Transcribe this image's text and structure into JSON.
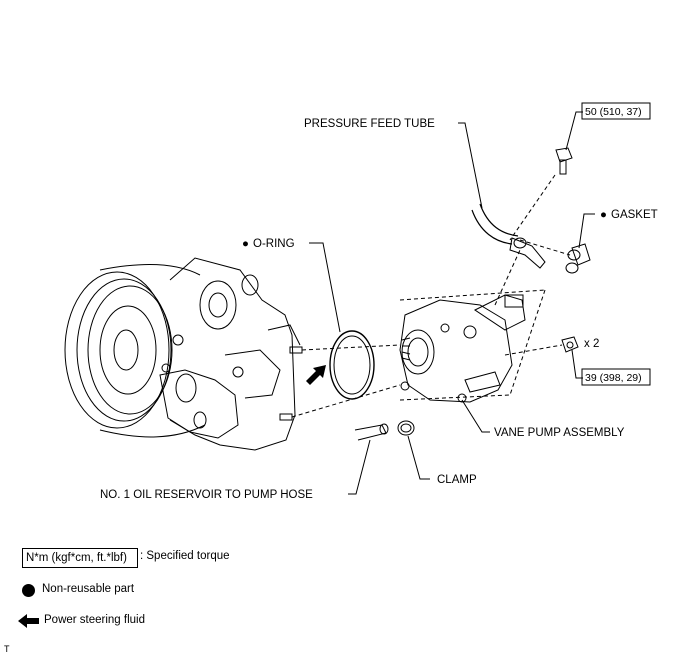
{
  "labels": {
    "pressure_feed_tube": "PRESSURE FEED TUBE",
    "o_ring": "O-RING",
    "gasket": "GASKET",
    "vane_pump_assembly": "VANE PUMP ASSEMBLY",
    "clamp": "CLAMP",
    "reservoir_hose": "NO. 1 OIL RESERVOIR TO PUMP HOSE",
    "bullet": "●",
    "qty_x2": "x 2"
  },
  "torque": {
    "upper": "50 (510, 37)",
    "lower": "39 (398, 29)"
  },
  "legend": {
    "torque_unit": "N*m (kgf*cm, ft.*lbf)",
    "torque_desc": ": Specified torque",
    "non_reusable": "Non-reusable part",
    "fluid": "Power steering fluid"
  },
  "corner_mark": "T"
}
